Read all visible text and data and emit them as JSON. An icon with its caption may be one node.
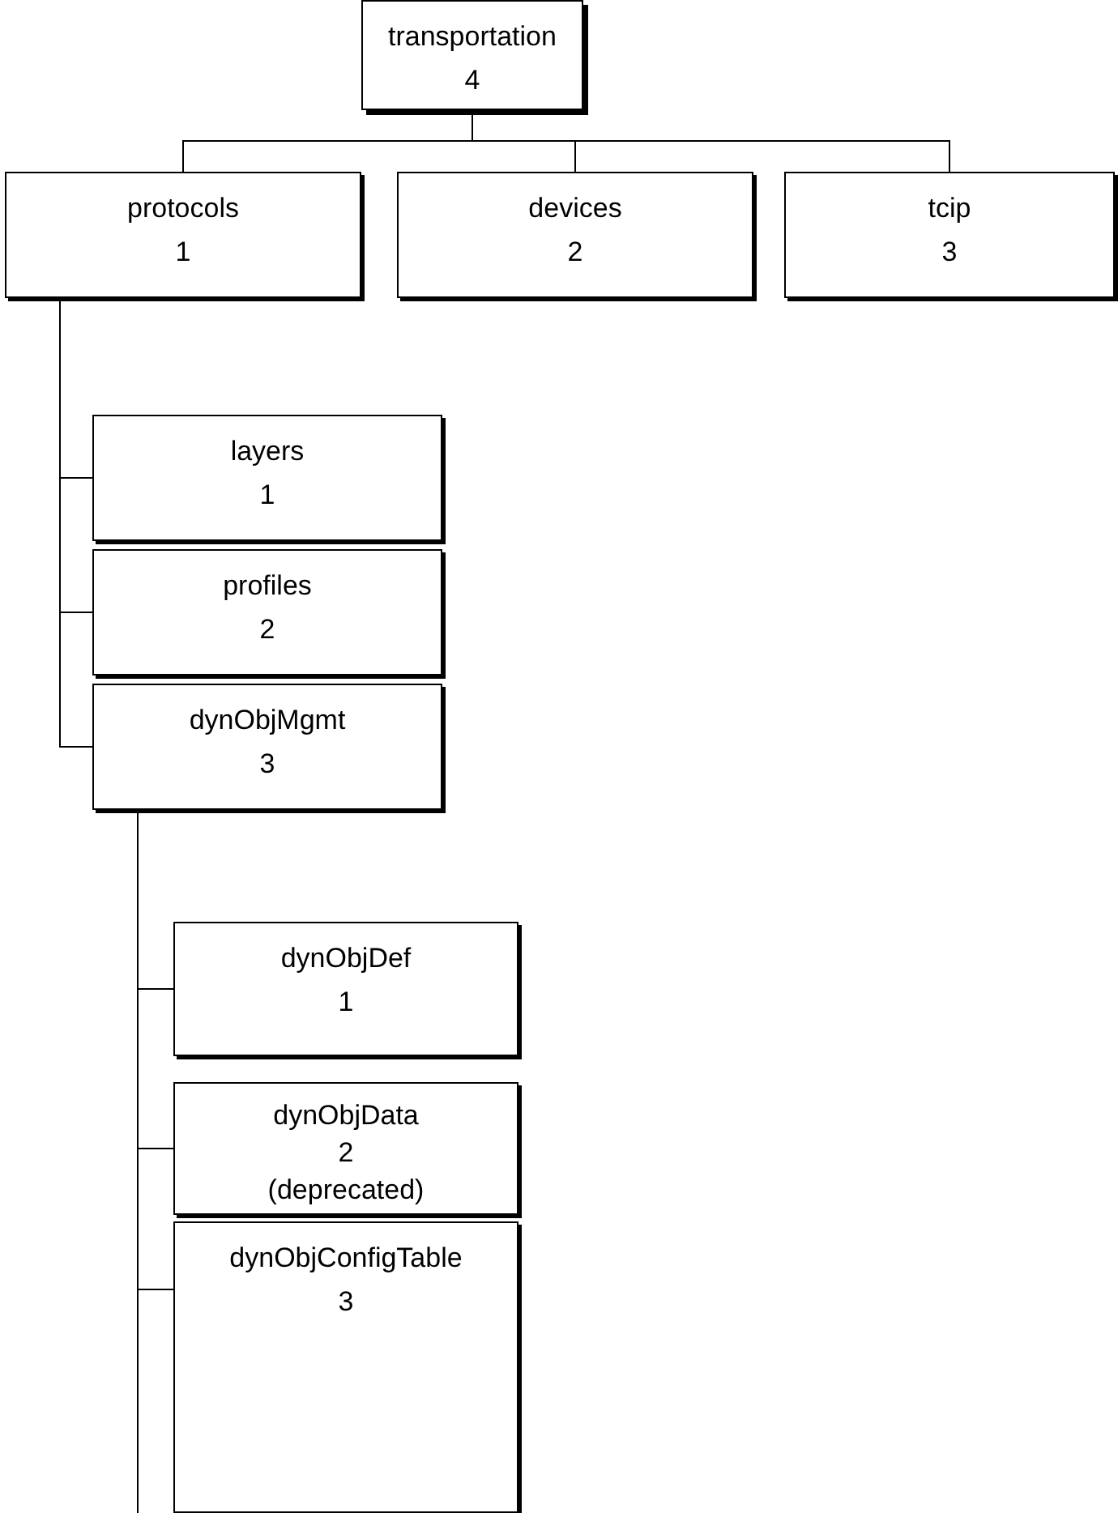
{
  "diagram": {
    "nodes": [
      {
        "text": [
          "transportation",
          "4"
        ]
      },
      {
        "text": [
          "protocols",
          "1"
        ]
      },
      {
        "text": [
          "devices",
          "2"
        ]
      },
      {
        "text": [
          "tcip",
          "3"
        ]
      },
      {
        "text": [
          "layers",
          "1"
        ]
      },
      {
        "text": [
          "profiles",
          "2"
        ]
      },
      {
        "text": [
          "dynObjMgmt",
          "3"
        ]
      },
      {
        "text": [
          "dynObjDef",
          "1"
        ]
      },
      {
        "text": [
          "dynObjData",
          "2",
          "(deprecated)"
        ]
      },
      {
        "text": [
          "dynObjConfigTable",
          "3"
        ]
      }
    ],
    "edges": [
      {
        "from": 0,
        "to": 1,
        "arrow": "none"
      },
      {
        "from": 0,
        "to": 2,
        "arrow": "none"
      },
      {
        "from": 0,
        "to": 3,
        "arrow": "none"
      },
      {
        "from": 1,
        "to": 4,
        "arrow": "none"
      },
      {
        "from": 1,
        "to": 5,
        "arrow": "none"
      },
      {
        "from": 1,
        "to": 6,
        "arrow": "none"
      },
      {
        "from": 6,
        "to": 7,
        "arrow": "none"
      },
      {
        "from": 6,
        "to": 8,
        "arrow": "none"
      },
      {
        "from": 6,
        "to": 9,
        "arrow": "none"
      }
    ]
  }
}
